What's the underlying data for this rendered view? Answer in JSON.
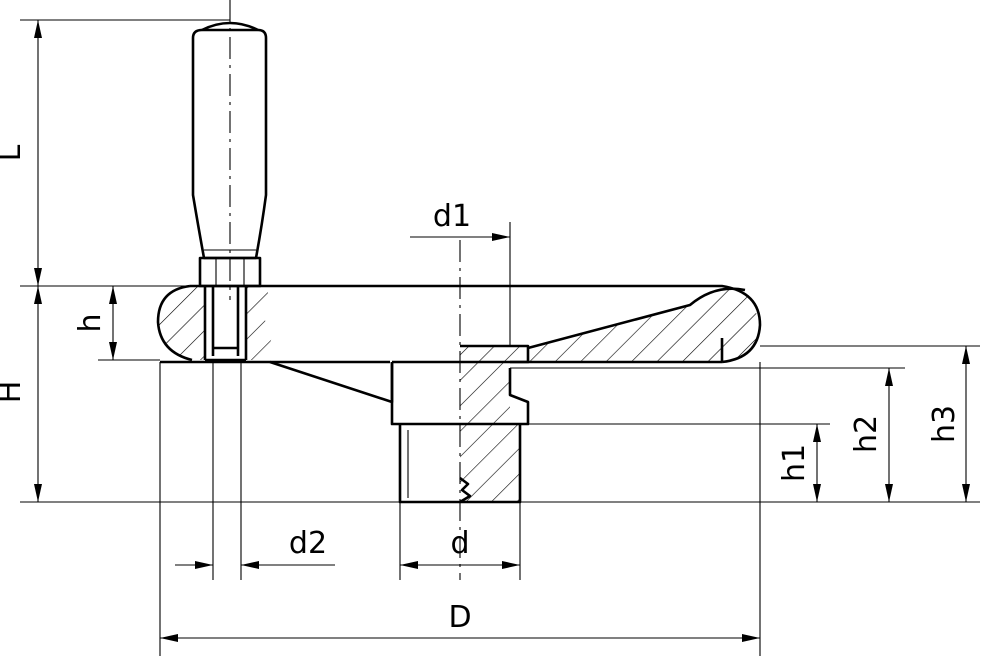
{
  "labels": {
    "L": "L",
    "H": "H",
    "h": "h",
    "d1": "d1",
    "d2": "d2",
    "d": "d",
    "D": "D",
    "h1": "h1",
    "h2": "h2",
    "h3": "h3"
  }
}
